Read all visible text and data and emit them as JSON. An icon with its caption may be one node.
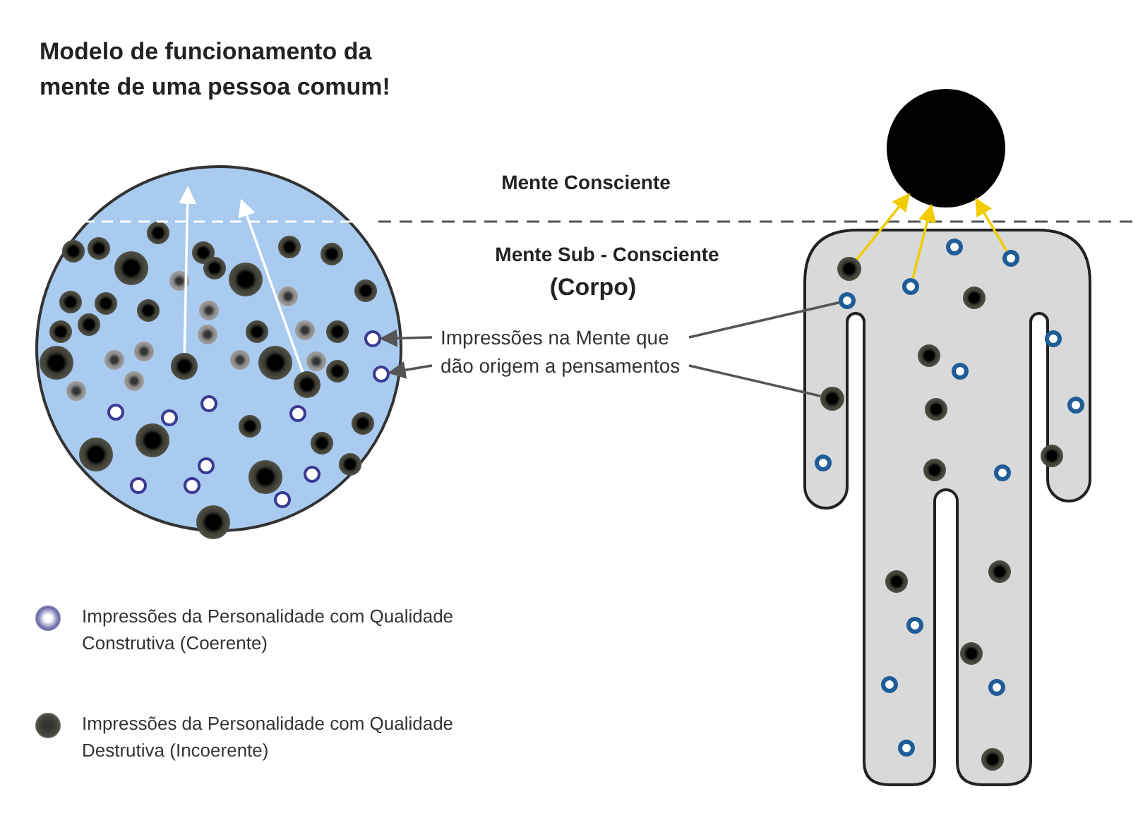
{
  "diagram": {
    "title": "Modelo de funcionamento da mente de uma pessoa comum!",
    "nodes": [
      {
        "text": [],
        "shape": "circle"
      },
      {
        "text": [],
        "shape": "circle",
        "in": 0
      },
      {
        "text": [],
        "shape": "circle",
        "in": 0
      },
      {
        "text": [],
        "shape": "ring",
        "in": 0
      },
      {
        "text": [],
        "shape": "ring",
        "in": 0
      },
      {
        "text": [
          "Impressões na Mente que dão origem a pensamentos"
        ]
      },
      {
        "text": [],
        "shape": "circle"
      },
      {
        "text": [],
        "shape": "person"
      },
      {
        "text": [],
        "shape": "circle",
        "in": 7
      },
      {
        "text": [],
        "shape": "ring",
        "in": 7
      },
      {
        "text": [],
        "shape": "ring",
        "in": 7
      },
      {
        "text": [],
        "shape": "ring",
        "in": 7
      },
      {
        "text": [],
        "shape": "circle",
        "in": 7
      },
      {
        "text": [],
        "shape": "circle",
        "in": 0
      },
      {
        "text": [],
        "shape": "circle",
        "in": 0
      },
      {
        "text": [],
        "shape": "circle",
        "in": 0
      },
      {
        "text": [],
        "shape": "circle",
        "in": 0
      },
      {
        "text": [],
        "shape": "circle",
        "in": 0
      },
      {
        "text": [],
        "shape": "circle",
        "in": 0
      },
      {
        "text": [],
        "shape": "circle",
        "in": 0
      },
      {
        "text": [],
        "shape": "circle",
        "in": 0
      },
      {
        "text": [],
        "shape": "circle",
        "in": 0
      },
      {
        "text": [],
        "shape": "circle",
        "in": 0
      },
      {
        "text": [],
        "shape": "circle",
        "in": 0
      },
      {
        "text": [],
        "shape": "circle",
        "in": 0
      },
      {
        "text": [],
        "shape": "circle",
        "in": 0
      },
      {
        "text": [],
        "shape": "circle",
        "in": 0
      },
      {
        "text": [],
        "shape": "circle",
        "in": 0
      },
      {
        "text": [],
        "shape": "circle",
        "in": 0
      },
      {
        "text": [],
        "shape": "circle",
        "in": 0
      },
      {
        "text": [],
        "shape": "circle",
        "in": 0
      },
      {
        "text": [],
        "shape": "circle",
        "in": 0
      },
      {
        "text": [],
        "shape": "circle",
        "in": 0
      },
      {
        "text": [],
        "shape": "circle",
        "in": 0
      },
      {
        "text": [],
        "shape": "circle",
        "in": 0
      },
      {
        "text": [],
        "shape": "circle",
        "in": 0
      },
      {
        "text": [],
        "shape": "circle",
        "in": 0
      },
      {
        "text": [],
        "shape": "circle",
        "in": 0
      },
      {
        "text": [],
        "shape": "circle",
        "in": 0
      },
      {
        "text": [],
        "shape": "circle",
        "in": 0
      },
      {
        "text": [],
        "shape": "circle",
        "in": 0
      },
      {
        "text": [],
        "shape": "circle",
        "in": 0
      },
      {
        "text": [],
        "shape": "circle",
        "in": 0
      },
      {
        "text": [],
        "shape": "circle",
        "in": 0
      },
      {
        "text": [],
        "shape": "circle",
        "in": 0
      },
      {
        "text": [],
        "shape": "circle",
        "in": 0
      },
      {
        "text": [],
        "shape": "circle",
        "in": 0
      },
      {
        "text": [],
        "shape": "circle",
        "in": 0
      },
      {
        "text": [],
        "shape": "circle",
        "in": 0
      },
      {
        "text": [],
        "shape": "circle",
        "in": 0
      },
      {
        "text": [],
        "shape": "circle",
        "in": 0
      },
      {
        "text": [],
        "shape": "circle",
        "in": 0
      },
      {
        "text": [],
        "shape": "ring",
        "in": 0
      },
      {
        "text": [],
        "shape": "ring",
        "in": 0
      },
      {
        "text": [],
        "shape": "ring",
        "in": 0
      },
      {
        "text": [],
        "shape": "ring",
        "in": 0
      },
      {
        "text": [],
        "shape": "ring",
        "in": 0
      },
      {
        "text": [],
        "shape": "ring",
        "in": 0
      },
      {
        "text": [],
        "shape": "ring",
        "in": 0
      },
      {
        "text": [],
        "shape": "ring",
        "in": 0
      },
      {
        "text": [],
        "shape": "ring",
        "in": 0
      },
      {
        "text": [],
        "shape": "circle",
        "in": 7
      },
      {
        "text": [],
        "shape": "circle",
        "in": 7
      },
      {
        "text": [],
        "shape": "circle",
        "in": 7
      },
      {
        "text": [],
        "shape": "circle",
        "in": 7
      },
      {
        "text": [],
        "shape": "circle",
        "in": 7
      },
      {
        "text": [],
        "shape": "circle",
        "in": 7
      },
      {
        "text": [],
        "shape": "circle",
        "in": 7
      },
      {
        "text": [],
        "shape": "circle",
        "in": 7
      },
      {
        "text": [],
        "shape": "circle",
        "in": 7
      },
      {
        "text": [],
        "shape": "ring",
        "in": 7
      },
      {
        "text": [],
        "shape": "ring",
        "in": 7
      },
      {
        "text": [],
        "shape": "ring",
        "in": 7
      },
      {
        "text": [],
        "shape": "ring",
        "in": 7
      },
      {
        "text": [],
        "shape": "ring",
        "in": 7
      },
      {
        "text": [],
        "shape": "ring",
        "in": 7
      },
      {
        "text": [],
        "shape": "ring",
        "in": 7
      },
      {
        "text": [],
        "shape": "ring",
        "in": 7
      },
      {
        "text": [],
        "shape": "ring",
        "in": 7
      },
      {
        "text": [],
        "shape": "ring",
        "in": 7
      }
    ],
    "edges": [
      {
        "from": 1,
        "to": null,
        "arrow": "to",
        "color": "#ffffff"
      },
      {
        "from": 2,
        "to": null,
        "arrow": "to",
        "color": "#ffffff"
      },
      {
        "from": 5,
        "to": 3,
        "arrow": "to"
      },
      {
        "from": 5,
        "to": 4,
        "arrow": "to"
      },
      {
        "from": 5,
        "to": 11,
        "arrow": "none"
      },
      {
        "from": 5,
        "to": 12,
        "arrow": "none"
      },
      {
        "from": 8,
        "to": 6,
        "arrow": "to",
        "color": "#f2cc00"
      },
      {
        "from": 9,
        "to": 6,
        "arrow": "to",
        "color": "#f2cc00"
      },
      {
        "from": 10,
        "to": 6,
        "arrow": "to",
        "color": "#f2cc00"
      }
    ],
    "labels": [
      "Mente Consciente",
      "Mente Sub - Consciente",
      "(Corpo)"
    ],
    "legend": [
      {
        "text": "Impressões da Personalidade com Qualidade Construtiva (Coerente)",
        "color": "#6a6aa8"
      },
      {
        "text": "Impressões da Personalidade com Qualidade Destrutiva (Incoerente)",
        "color": "#4a4a40"
      }
    ]
  }
}
